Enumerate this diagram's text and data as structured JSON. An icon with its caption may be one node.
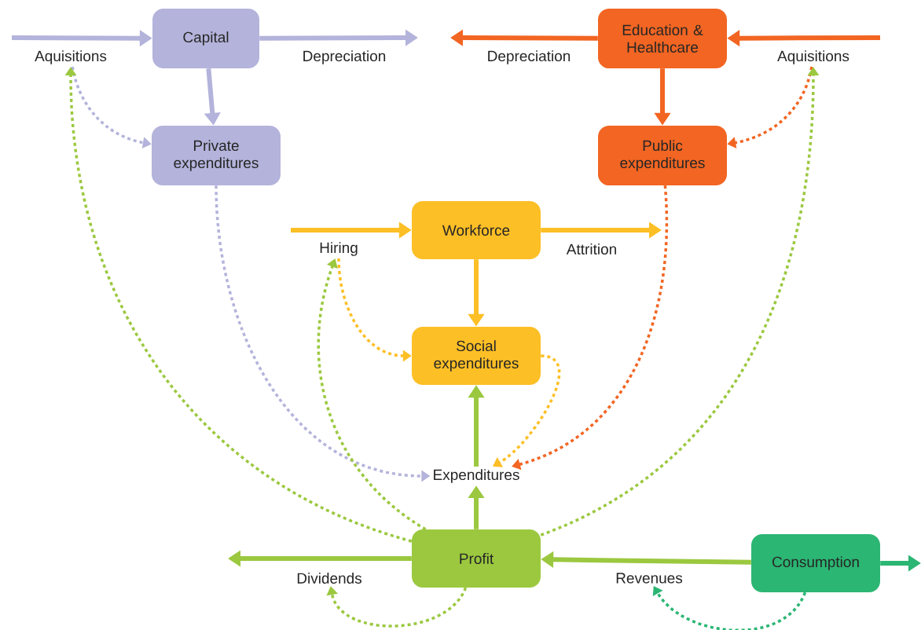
{
  "diagram": {
    "nodes": [
      {
        "text": [
          "Capital"
        ]
      },
      {
        "text": [
          "Private expenditures"
        ]
      },
      {
        "text": [
          "Aquisitions"
        ]
      },
      {
        "text": [
          "Education & Healthcare"
        ]
      },
      {
        "text": [
          "Public expenditures"
        ]
      },
      {
        "text": [
          "Aquisitions"
        ]
      },
      {
        "text": [
          "Workforce"
        ]
      },
      {
        "text": [
          "Hiring"
        ]
      },
      {
        "text": [
          "Social expenditures"
        ]
      },
      {
        "text": [
          "Expenditures"
        ]
      },
      {
        "text": [
          "Profit"
        ]
      },
      {
        "text": [
          "Consumption"
        ]
      },
      {
        "text": [
          "Dividends"
        ]
      },
      {
        "text": [
          "Revenues"
        ]
      }
    ],
    "edges": [
      {
        "from": null,
        "to": 0,
        "arrow": "to",
        "color": "#b3b3db"
      },
      {
        "from": 0,
        "to": null,
        "arrow": "to",
        "label": "Depreciation",
        "color": "#b3b3db"
      },
      {
        "from": 0,
        "to": 1,
        "arrow": "to",
        "color": "#b3b3db"
      },
      {
        "from": 2,
        "to": 1,
        "arrow": "to",
        "style": "dashed",
        "color": "#b3b3db"
      },
      {
        "from": 1,
        "to": 9,
        "arrow": "to",
        "style": "dashed",
        "color": "#b3b3db"
      },
      {
        "from": 3,
        "to": null,
        "arrow": "to",
        "label": "Depreciation",
        "color": "#f26522"
      },
      {
        "from": null,
        "to": 3,
        "arrow": "to",
        "color": "#f26522"
      },
      {
        "from": 3,
        "to": 4,
        "arrow": "to",
        "color": "#f26522"
      },
      {
        "from": 5,
        "to": 4,
        "arrow": "to",
        "style": "dashed",
        "color": "#f26522"
      },
      {
        "from": 4,
        "to": 9,
        "arrow": "to",
        "style": "dashed",
        "color": "#f26522"
      },
      {
        "from": null,
        "to": 6,
        "arrow": "to",
        "color": "#fdbf26"
      },
      {
        "from": 6,
        "to": null,
        "arrow": "to",
        "label": "Attrition",
        "color": "#fdbf26"
      },
      {
        "from": 6,
        "to": 8,
        "arrow": "to",
        "color": "#fdbf26"
      },
      {
        "from": 7,
        "to": 8,
        "arrow": "to",
        "style": "dashed",
        "color": "#fdbf26"
      },
      {
        "from": 8,
        "to": 9,
        "arrow": "to",
        "style": "dashed",
        "color": "#fdbf26"
      },
      {
        "from": 9,
        "to": 8,
        "arrow": "to",
        "color": "#9bc83f"
      },
      {
        "from": 10,
        "to": 9,
        "arrow": "to",
        "color": "#9bc83f"
      },
      {
        "from": 10,
        "to": null,
        "arrow": "to",
        "color": "#9bc83f"
      },
      {
        "from": 11,
        "to": 10,
        "arrow": "to",
        "color": "#9bc83f"
      },
      {
        "from": 11,
        "to": null,
        "arrow": "to",
        "color": "#2bb673"
      },
      {
        "from": 10,
        "to": 2,
        "arrow": "to",
        "style": "dashed",
        "color": "#9bc83f"
      },
      {
        "from": 10,
        "to": 7,
        "arrow": "to",
        "style": "dashed",
        "color": "#9bc83f"
      },
      {
        "from": 10,
        "to": 5,
        "arrow": "to",
        "style": "dashed",
        "color": "#9bc83f"
      },
      {
        "from": 10,
        "to": 12,
        "arrow": "to",
        "style": "dashed",
        "color": "#9bc83f"
      },
      {
        "from": 11,
        "to": 13,
        "arrow": "to",
        "style": "dashed",
        "color": "#2bb673"
      }
    ]
  }
}
